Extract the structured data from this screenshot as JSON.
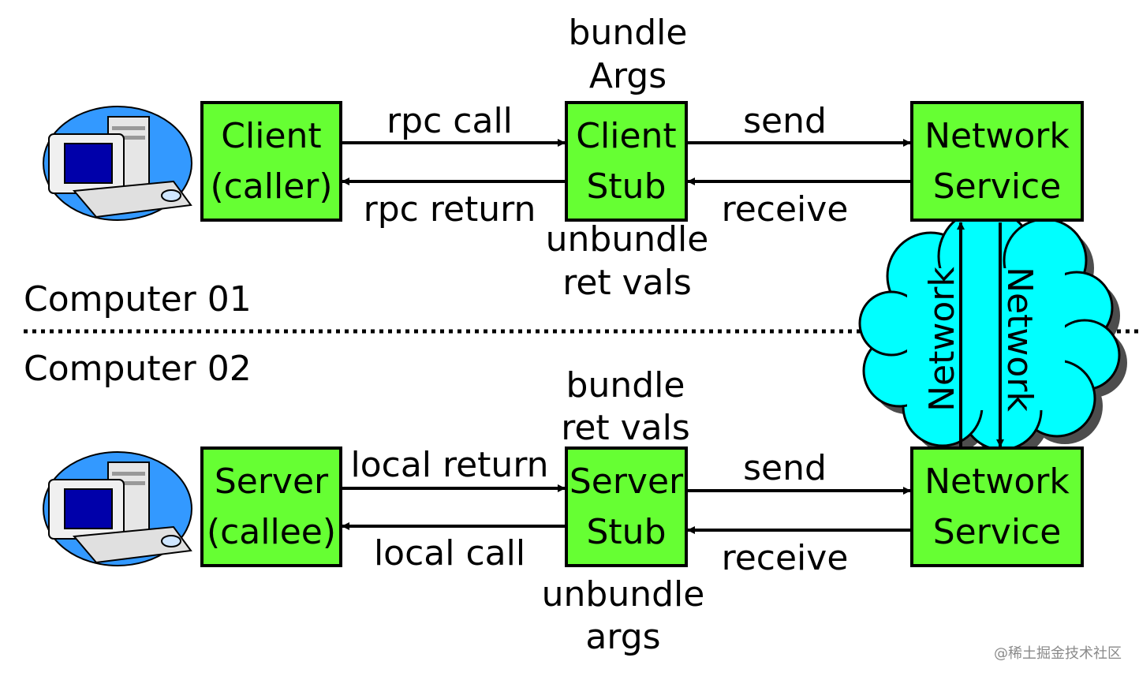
{
  "computer1": {
    "label": "Computer 01",
    "client_box": [
      "Client",
      "(caller)"
    ],
    "stub_box": [
      "Client",
      "Stub"
    ],
    "network_box": [
      "Network",
      "Service"
    ],
    "above_stub": [
      "bundle",
      "Args"
    ],
    "below_stub": [
      "unbundle",
      "ret vals"
    ],
    "arrow_top_left": "rpc call",
    "arrow_bottom_left": "rpc return",
    "arrow_top_right": "send",
    "arrow_bottom_right": "receive"
  },
  "computer2": {
    "label": "Computer 02",
    "server_box": [
      "Server",
      "(callee)"
    ],
    "stub_box": [
      "Server",
      "Stub"
    ],
    "network_box": [
      "Network",
      "Service"
    ],
    "above_stub": [
      "bundle",
      "ret vals"
    ],
    "below_stub": [
      "unbundle",
      "args"
    ],
    "arrow_top_left": "local return",
    "arrow_bottom_left": "local call",
    "arrow_top_right": "send",
    "arrow_bottom_right": "receive"
  },
  "network": {
    "up_label": "Network",
    "down_label": "Network",
    "cloud_color": "#00ffff"
  },
  "colors": {
    "box_fill": "#66ff33",
    "border": "#000000"
  },
  "watermark": "@稀土掘金技术社区"
}
